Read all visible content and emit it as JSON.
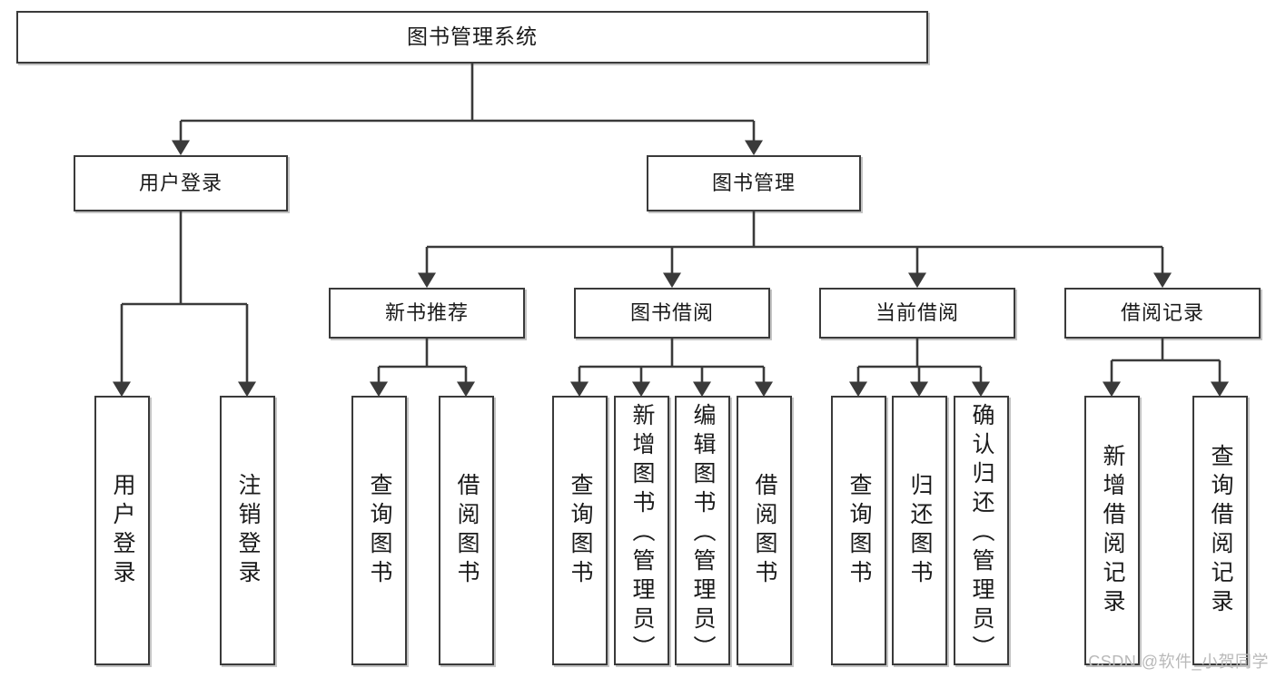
{
  "diagram": {
    "title": "图书管理系统",
    "type": "hierarchy-tree",
    "watermark": "CSDN @软件_小贺同学",
    "colors": {
      "box_border": "#3a3a3a",
      "box_fill": "#ffffff",
      "connector": "#3a3a3a",
      "text": "#1a1a1a",
      "watermark": "#b9b9b9"
    },
    "levels": {
      "root": {
        "label": "图书管理系统"
      },
      "level2": [
        {
          "label": "用户登录"
        },
        {
          "label": "图书管理"
        }
      ],
      "level3": [
        {
          "label": "新书推荐"
        },
        {
          "label": "图书借阅"
        },
        {
          "label": "当前借阅"
        },
        {
          "label": "借阅记录"
        }
      ],
      "leaves": {
        "user_login": [
          {
            "label": "用户登录"
          },
          {
            "label": "注销登录"
          }
        ],
        "new_book_recommend": [
          {
            "label": "查询图书"
          },
          {
            "label": "借阅图书"
          }
        ],
        "book_borrow": [
          {
            "label": "查询图书"
          },
          {
            "label": "新增图书（管理员）"
          },
          {
            "label": "编辑图书（管理员）"
          },
          {
            "label": "借阅图书"
          }
        ],
        "current_borrow": [
          {
            "label": "查询图书"
          },
          {
            "label": "归还图书"
          },
          {
            "label": "确认归还（管理员）"
          }
        ],
        "borrow_record": [
          {
            "label": "新增借阅记录"
          },
          {
            "label": "查询借阅记录"
          }
        ]
      }
    }
  }
}
